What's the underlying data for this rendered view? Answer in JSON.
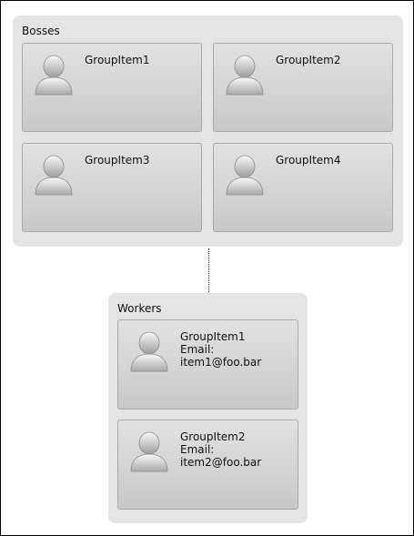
{
  "bosses": {
    "title": "Bosses",
    "items": [
      {
        "name": "GroupItem1"
      },
      {
        "name": "GroupItem2"
      },
      {
        "name": "GroupItem3"
      },
      {
        "name": "GroupItem4"
      }
    ]
  },
  "workers": {
    "title": "Workers",
    "items": [
      {
        "name": "GroupItem1",
        "email": "Email: item1@foo.bar"
      },
      {
        "name": "GroupItem2",
        "email": "Email: item2@foo.bar"
      }
    ]
  },
  "icons": {
    "avatar": "person-silhouette-icon"
  },
  "colors": {
    "group_bg": "#e4e4e4",
    "card_border": "#a9a9a9",
    "card_top": "#e1e1e1",
    "card_bottom": "#c8c8c8"
  }
}
